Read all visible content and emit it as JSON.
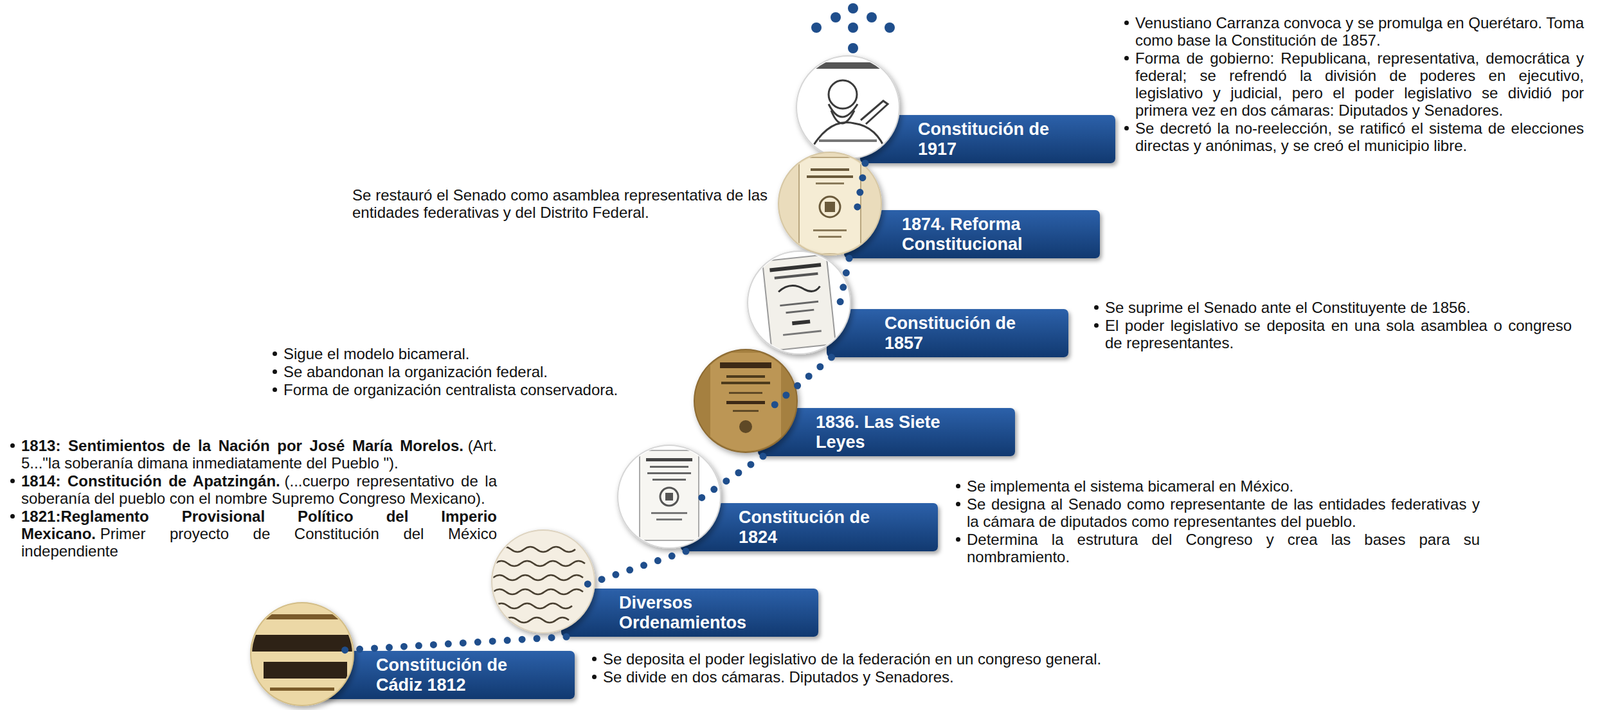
{
  "diagram": {
    "nodes": [
      {
        "text": [
          "Constitución de 1917"
        ]
      },
      {
        "text": [
          "1874. Reforma Constitucional"
        ]
      },
      {
        "text": [
          "Constitución de 1857"
        ]
      },
      {
        "text": [
          "1836. Las Siete Leyes"
        ]
      },
      {
        "text": [
          "Constitución de 1824"
        ]
      },
      {
        "text": [
          "Diversos Ordenamientos"
        ]
      },
      {
        "text": [
          "Constitución de Cádiz 1812"
        ]
      }
    ],
    "edges": [
      {
        "from": 0,
        "to": 1,
        "arrow": "none"
      },
      {
        "from": 1,
        "to": 2,
        "arrow": "none"
      },
      {
        "from": 2,
        "to": 3,
        "arrow": "none"
      },
      {
        "from": 3,
        "to": 4,
        "arrow": "none"
      },
      {
        "from": 4,
        "to": 5,
        "arrow": "none"
      },
      {
        "from": 5,
        "to": 6,
        "arrow": "none"
      }
    ],
    "labels": [
      "Venustiano Carranza convoca y se promulga en Querétaro. Toma como base la Constitución de 1857.",
      "Forma de gobierno: Republicana, representativa, democrática y federal; se refrendó la división de poderes en ejecutivo, legislativo y judicial, pero el poder legislativo se dividió por primera vez en dos cámaras: Diputados y Senadores.",
      "Se decretó la no-reelección, se ratificó el sistema de elecciones directas y anónimas, y se creó el municipio libre.",
      "Se restauró el Senado como asamblea representativa de las entidades federativas y del Distrito Federal.",
      "Se suprime el Senado ante el Constituyente de 1856.",
      "El poder legislativo se deposita en una sola asamblea o congreso de representantes.",
      "Sigue el modelo bicameral.",
      "Se abandonan la organización federal.",
      "Forma de organización centralista conservadora.",
      "1813: Sentimientos de la Nación por José María Morelos.",
      "(Art. 5...\"la soberanía dimana inmediatamente del Pueblo \").",
      "1814: Constitución de Apatzingán.",
      "(...cuerpo representativo de la soberanía del pueblo con el nombre Supremo Congreso Mexicano).",
      "1821:Reglamento Provisional Político del Imperio Mexicano.",
      "Primer proyecto de Constitución del México independiente",
      "Se implementa el sistema bicameral en México.",
      "Se designa al Senado como representante de las entidades federativas y la cámara de diputados como representantes del pueblo.",
      "Determina la estrutura del Congreso y crea las bases para su nombramiento.",
      "Se deposita el poder legislativo de la federación en un congreso general.",
      "Se divide en dos cámaras. Diputados y Senadores."
    ]
  }
}
